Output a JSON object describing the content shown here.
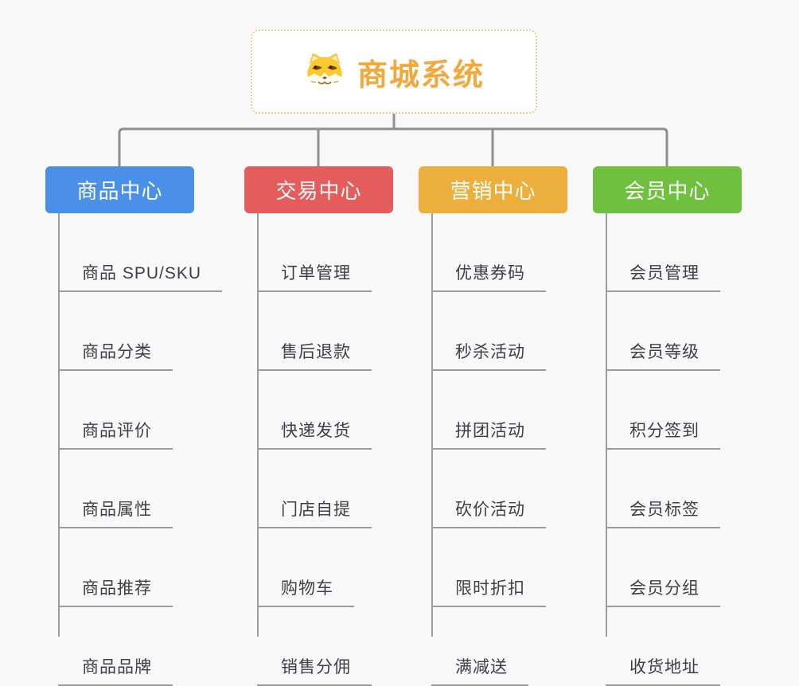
{
  "diagram": {
    "type": "mindmap-org-chart",
    "background": "#f8f8f9",
    "connector_color": "#8f8f8f",
    "leaf_line_color": "#9c9c9c",
    "leaf_text_color": "#3c3f45"
  },
  "root": {
    "title": "商城系统",
    "icon": "dog-face-icon",
    "text_color": "#f2a93b",
    "border_color": "#f2c88f"
  },
  "branches": [
    {
      "label": "商品中心",
      "color": "#4a90e8",
      "children": [
        "商品 SPU/SKU",
        "商品分类",
        "商品评价",
        "商品属性",
        "商品推荐",
        "商品品牌"
      ]
    },
    {
      "label": "交易中心",
      "color": "#e55c5c",
      "children": [
        "订单管理",
        "售后退款",
        "快递发货",
        "门店自提",
        "购物车",
        "销售分佣"
      ]
    },
    {
      "label": "营销中心",
      "color": "#ecae3c",
      "children": [
        "优惠券码",
        "秒杀活动",
        "拼团活动",
        "砍价活动",
        "限时折扣",
        "满减送"
      ]
    },
    {
      "label": "会员中心",
      "color": "#70c040",
      "children": [
        "会员管理",
        "会员等级",
        "积分签到",
        "会员标签",
        "会员分组",
        "收货地址"
      ]
    }
  ]
}
